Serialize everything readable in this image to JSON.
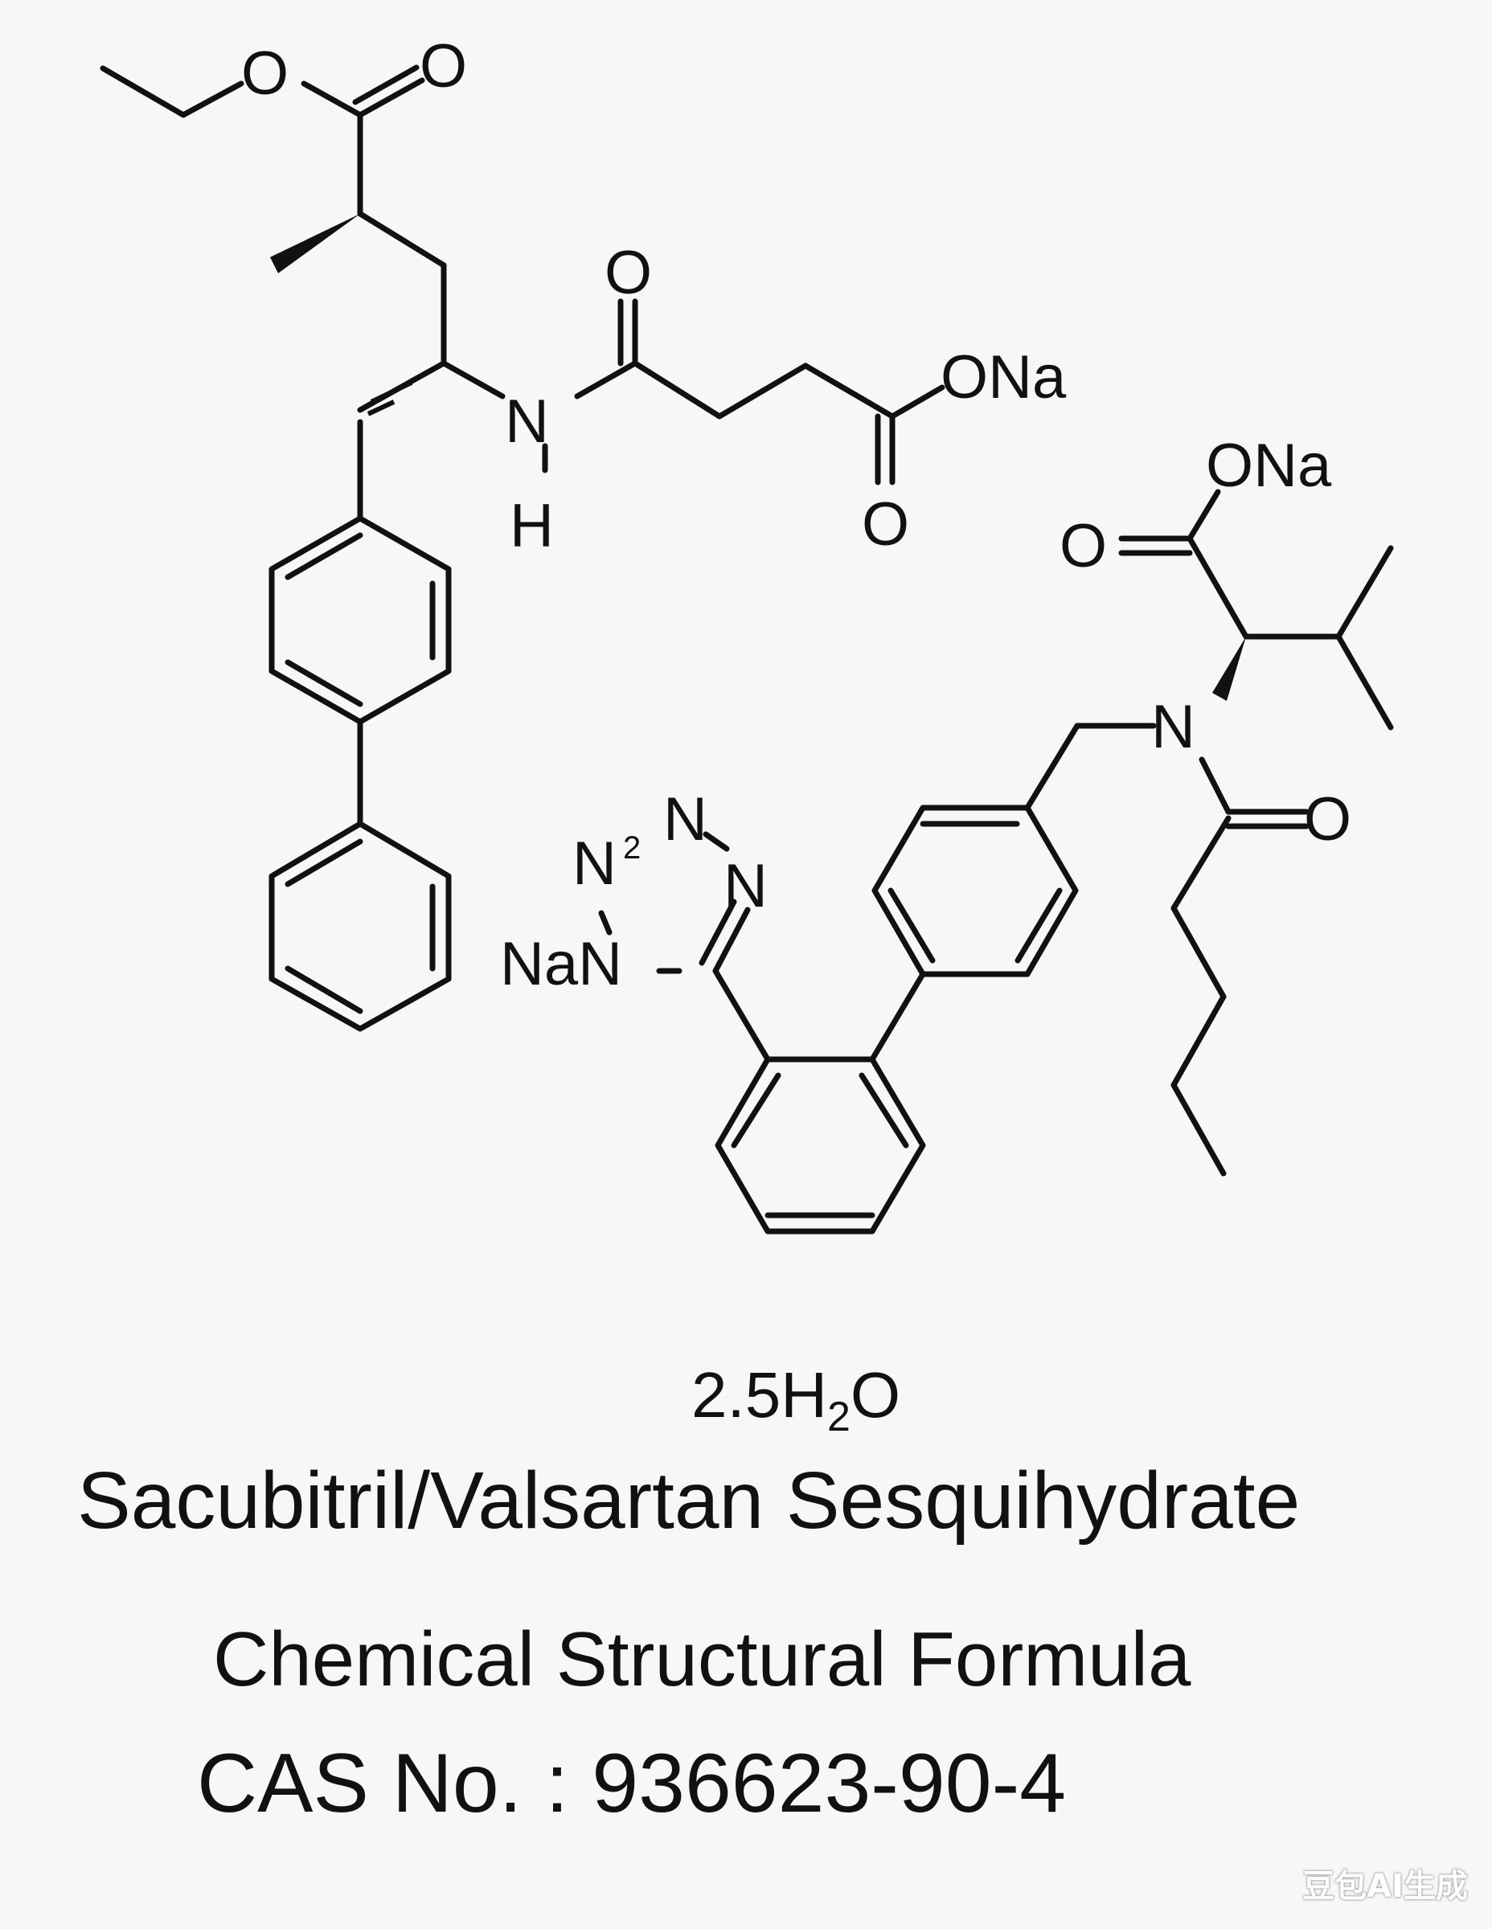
{
  "atoms": {
    "ester_o": "O",
    "ester_carbonyl_o": "O",
    "amide_n": "N",
    "amide_h": "H",
    "amide_o": "O",
    "succ_ona": "ONa",
    "succ_o": "O",
    "val_ona": "ONa",
    "val_carbonyl_o": "O",
    "val_n": "N",
    "val_amide_o": "O",
    "tet_n_top": "N",
    "tet_n2": "N",
    "tet_n2_label": "2",
    "tet_n_right": "N",
    "tet_nan": "NaN"
  },
  "hydrate": {
    "prefix": "2.5H",
    "sub": "2",
    "suffix": "O"
  },
  "title": "Sacubitril/Valsartan Sesquihydrate",
  "subtitle": "Chemical Structural Formula",
  "cas": "CAS No. : 936623-90-4",
  "watermark": "豆包AI生成"
}
